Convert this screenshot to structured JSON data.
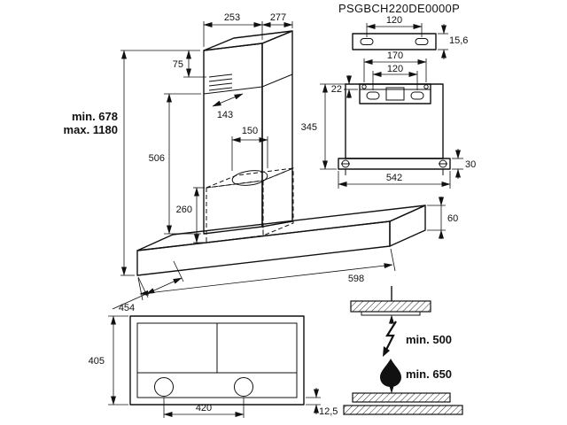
{
  "title": "PSGBCH220DE0000P",
  "colors": {
    "line": "#111111",
    "background": "#ffffff"
  },
  "iso": {
    "chimney_width": "253",
    "chimney_depth": "277",
    "grille_offset": "75",
    "upper_duct_depth": "143",
    "height_min": "min. 678",
    "height_max": "max. 1180",
    "chimney_height": "506",
    "duct_diameter": "150",
    "box_height": "260",
    "canopy_depth": "454",
    "canopy_width": "598",
    "canopy_thickness": "60"
  },
  "rear": {
    "bracket_hole_spacing": "120",
    "bracket_height": "15,6",
    "upper_hole_spacing": "170",
    "lower_hole_spacing": "120",
    "rail_offset": "22",
    "body_height": "345",
    "body_width": "542",
    "flange_height": "30"
  },
  "front": {
    "panel_height": "405",
    "knob_spacing": "420",
    "bottom_strip": "12,5"
  },
  "clearance": {
    "electric_hob_min": "min. 500",
    "gas_hob_min": "min. 650"
  }
}
